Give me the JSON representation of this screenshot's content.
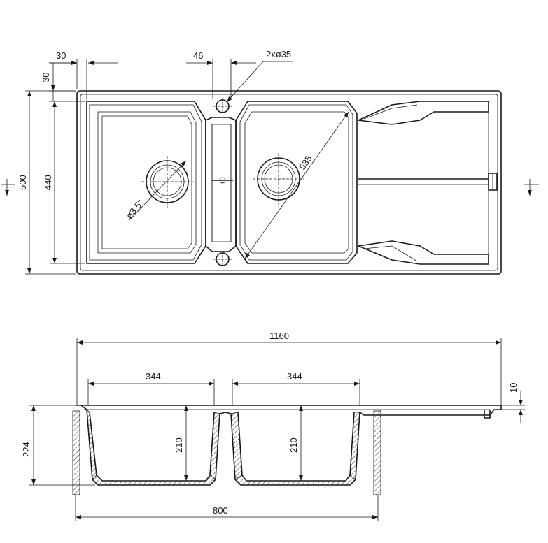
{
  "top_view": {
    "dims": {
      "edge_width": "30",
      "edge_depth": "30",
      "tap_spacing": "46",
      "tap_holes": "2xø35",
      "overall_depth": "500",
      "inner_depth": "440",
      "drain": "ø3,5\"",
      "diagonal": "535"
    }
  },
  "section_view": {
    "dims": {
      "overall_width": "1160",
      "bowl_left_width": "344",
      "bowl_right_width": "344",
      "bowl_left_depth": "210",
      "bowl_right_depth": "210",
      "total_height": "224",
      "rim_thickness": "10",
      "cabinet_width": "800"
    }
  }
}
